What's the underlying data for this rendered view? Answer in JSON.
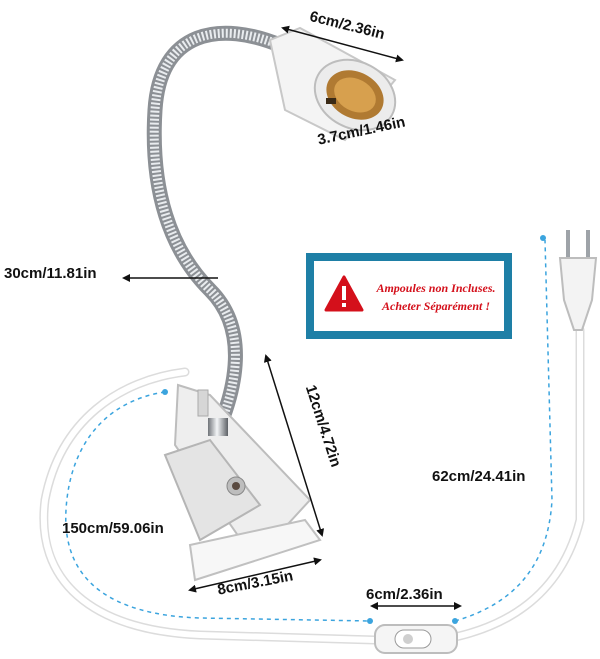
{
  "dimensions": {
    "socket_length": "6cm/2.36in",
    "socket_diameter": "3.7cm/1.46in",
    "neck_length": "30cm/11.81in",
    "clip_height": "12cm/4.72in",
    "cord_to_plug": "62cm/24.41in",
    "total_cable": "150cm/59.06in",
    "clip_width": "8cm/3.15in",
    "switch_length": "6cm/2.36in"
  },
  "warning": {
    "line1": "Ampoules non Incluses.",
    "line2": "Acheter Séparément !",
    "icon": "exclamation-triangle-icon"
  },
  "colors": {
    "warning_frame": "#1e7fa6",
    "warning_text": "#d4101b",
    "dashed_guide": "#3ba4de"
  }
}
